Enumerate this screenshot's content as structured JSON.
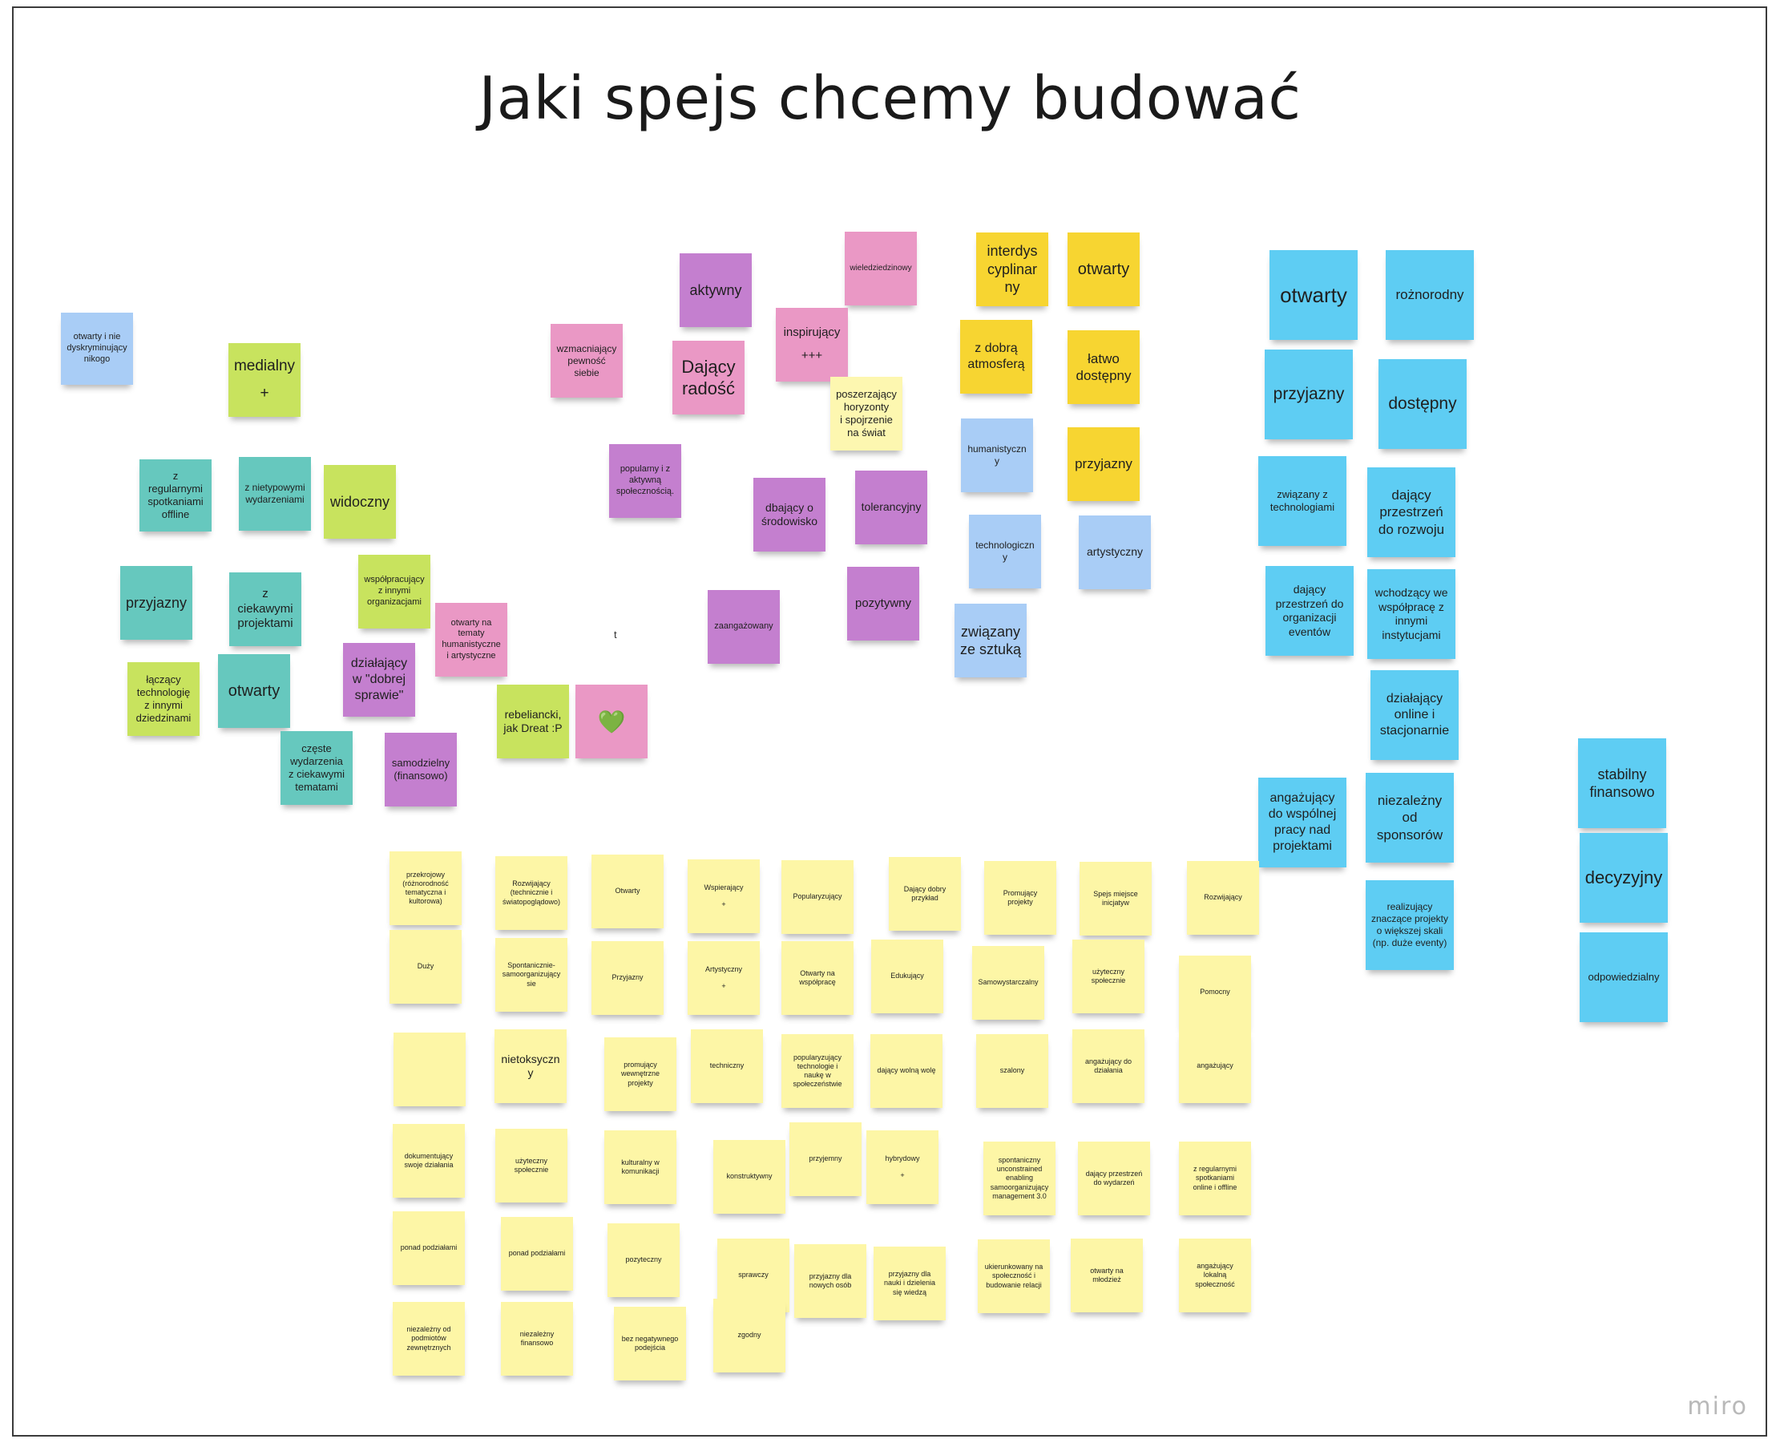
{
  "board": {
    "title": "Jaki spejs chcemy budować",
    "logo": "miro"
  },
  "stray_text": "t",
  "colors": {
    "light_blue": "#a9cdf6",
    "lime": "#c8e35e",
    "teal": "#66c8be",
    "pink": "#ea98c5",
    "purple": "#c47fcf",
    "light_yellow": "#fdf7b0",
    "yellow": "#f7d531",
    "cyan": "#5ecdf3",
    "pale_yellow": "#fdf6a6"
  },
  "notes": [
    {
      "text": "otwarty i nie\ndyskryminujący\nnikogo",
      "color": "light_blue"
    },
    {
      "text": "medialny",
      "extra": "+",
      "color": "lime"
    },
    {
      "text": "z\nregularnymi\nspotkaniami\noffline",
      "color": "teal"
    },
    {
      "text": "z nietypowymi\nwydarzeniami",
      "color": "teal"
    },
    {
      "text": "widoczny",
      "color": "lime"
    },
    {
      "text": "przyjazny",
      "color": "teal"
    },
    {
      "text": "z\nciekawymi\nprojektami",
      "color": "teal"
    },
    {
      "text": "współpracujący\nz innymi\norganizacjami",
      "color": "lime"
    },
    {
      "text": "otwarty na\ntematy\nhumanistyczne\ni artystyczne",
      "color": "pink"
    },
    {
      "text": "łączący\ntechnologię\nz innymi\ndziedzinami",
      "color": "lime"
    },
    {
      "text": "otwarty",
      "color": "teal"
    },
    {
      "text": "działający\nw \"dobrej\nsprawie\"",
      "color": "purple"
    },
    {
      "text": "częste\nwydarzenia\nz ciekawymi\ntematami",
      "color": "teal"
    },
    {
      "text": "samodzielny\n(finansowo)",
      "color": "purple"
    },
    {
      "text": "rebeliancki,\njak Dreat :P",
      "color": "lime"
    },
    {
      "text": "💚",
      "color": "pink"
    },
    {
      "text": "wzmacniający\npewność\nsiebie",
      "color": "pink"
    },
    {
      "text": "aktywny",
      "color": "purple"
    },
    {
      "text": "Dający\nradość",
      "color": "pink"
    },
    {
      "text": "wieledziedzinowy",
      "color": "pink"
    },
    {
      "text": "inspirujący",
      "extra": "+++",
      "color": "pink"
    },
    {
      "text": "poszerzający\nhoryzonty\ni spojrzenie\nna świat",
      "color": "light_yellow"
    },
    {
      "text": "popularny i z\naktywną\nspołecznością.",
      "color": "purple"
    },
    {
      "text": "dbający o\nśrodowisko",
      "color": "purple"
    },
    {
      "text": "tolerancyjny",
      "color": "purple"
    },
    {
      "text": "zaangażowany",
      "color": "purple"
    },
    {
      "text": "pozytywny",
      "color": "purple"
    },
    {
      "text": "interdys\ncyplinar\nny",
      "color": "yellow"
    },
    {
      "text": "otwarty",
      "color": "yellow"
    },
    {
      "text": "z dobrą\natmosferą",
      "color": "yellow"
    },
    {
      "text": "łatwo\ndostępny",
      "color": "yellow"
    },
    {
      "text": "humanistyczny",
      "color": "light_blue"
    },
    {
      "text": "przyjazny",
      "color": "yellow"
    },
    {
      "text": "technologiczny",
      "color": "light_blue"
    },
    {
      "text": "artystyczny",
      "color": "light_blue"
    },
    {
      "text": "związany\nze sztuką",
      "color": "light_blue"
    },
    {
      "text": "otwarty",
      "color": "cyan"
    },
    {
      "text": "rożnorodny",
      "color": "cyan"
    },
    {
      "text": "przyjazny",
      "color": "cyan"
    },
    {
      "text": "dostępny",
      "color": "cyan"
    },
    {
      "text": "związany z\ntechnologiami",
      "color": "cyan"
    },
    {
      "text": "dający\nprzestrzeń\ndo rozwoju",
      "color": "cyan"
    },
    {
      "text": "dający\nprzestrzeń do\norganizacji\neventów",
      "color": "cyan"
    },
    {
      "text": "wchodzący we\nwspółpracę z\ninnymi\ninstytucjami",
      "color": "cyan"
    },
    {
      "text": "działający\nonline i\nstacjonarnie",
      "color": "cyan"
    },
    {
      "text": "angażujący\ndo wspólnej\npracy nad\nprojektami",
      "color": "cyan"
    },
    {
      "text": "niezależny\nod\nsponsorów",
      "color": "cyan"
    },
    {
      "text": "realizujący\nznaczące projekty\no większej skali\n(np. duże eventy)",
      "color": "cyan"
    },
    {
      "text": "stabilny\nfinansowo",
      "color": "cyan"
    },
    {
      "text": "decyzyjny",
      "color": "cyan"
    },
    {
      "text": "odpowiedzialny",
      "color": "cyan"
    },
    {
      "text": "przekrojowy\n(różnorodność\ntematyczna i\nkultorowa)",
      "color": "pale_yellow"
    },
    {
      "text": "Rozwijający\n(technicznie i\nświatopoglądowo)",
      "color": "pale_yellow"
    },
    {
      "text": "Otwarty",
      "color": "pale_yellow"
    },
    {
      "text": "Wspierający",
      "extra": "+",
      "color": "pale_yellow"
    },
    {
      "text": "Popularyzujący",
      "color": "pale_yellow"
    },
    {
      "text": "Dający dobry\nprzykład",
      "color": "pale_yellow"
    },
    {
      "text": "Promujący\nprojekty",
      "color": "pale_yellow"
    },
    {
      "text": "Spejs miejsce\ninicjatyw",
      "color": "pale_yellow"
    },
    {
      "text": "Rozwijający",
      "color": "pale_yellow"
    },
    {
      "text": "Duży",
      "color": "pale_yellow"
    },
    {
      "text": "Spontanicznie-\nsamoorganizujący\nsie",
      "color": "pale_yellow"
    },
    {
      "text": "Przyjazny",
      "color": "pale_yellow"
    },
    {
      "text": "Artystyczny",
      "extra": "+",
      "color": "pale_yellow"
    },
    {
      "text": "Otwarty na\nwspółpracę",
      "color": "pale_yellow"
    },
    {
      "text": "Edukujący",
      "color": "pale_yellow"
    },
    {
      "text": "Samowystarczalny",
      "color": "pale_yellow"
    },
    {
      "text": "użyteczny\nspołecznie",
      "color": "pale_yellow"
    },
    {
      "text": "Pomocny",
      "color": "pale_yellow"
    },
    {
      "text": "",
      "color": "pale_yellow"
    },
    {
      "text": "nietoksyczny",
      "color": "pale_yellow"
    },
    {
      "text": "promujący\nwewnętrzne\nprojekty",
      "color": "pale_yellow"
    },
    {
      "text": "techniczny",
      "color": "pale_yellow"
    },
    {
      "text": "popularyzujący\ntechnologie i\nnaukę w\nspołeczeństwie",
      "color": "pale_yellow"
    },
    {
      "text": "dający wolną wolę",
      "color": "pale_yellow"
    },
    {
      "text": "szalony",
      "color": "pale_yellow"
    },
    {
      "text": "angażujący do\ndziałania",
      "color": "pale_yellow"
    },
    {
      "text": "angażujący",
      "color": "pale_yellow"
    },
    {
      "text": "dokumentujący\nswoje działania",
      "color": "pale_yellow"
    },
    {
      "text": "użyteczny\nspołecznie",
      "color": "pale_yellow"
    },
    {
      "text": "kulturalny w\nkomunikacji",
      "color": "pale_yellow"
    },
    {
      "text": "konstruktywny",
      "color": "pale_yellow"
    },
    {
      "text": "przyjemny",
      "color": "pale_yellow"
    },
    {
      "text": "hybrydowy",
      "extra": "+",
      "color": "pale_yellow"
    },
    {
      "text": "spontaniczny\nunconstrained\nenabling\nsamoorganizujący\nmanagement 3.0",
      "color": "pale_yellow"
    },
    {
      "text": "dający przestrzeń\ndo wydarzeń",
      "color": "pale_yellow"
    },
    {
      "text": "z regularnymi\nspotkaniami\nonline i offline",
      "color": "pale_yellow"
    },
    {
      "text": "ponad podziałami",
      "color": "pale_yellow"
    },
    {
      "text": "ponad podziałami",
      "color": "pale_yellow"
    },
    {
      "text": "pozyteczny",
      "color": "pale_yellow"
    },
    {
      "text": "sprawczy",
      "color": "pale_yellow"
    },
    {
      "text": "przyjazny dla\nnowych osób",
      "color": "pale_yellow"
    },
    {
      "text": "przyjazny dla\nnauki i dzielenia\nsię wiedzą",
      "color": "pale_yellow"
    },
    {
      "text": "ukierunkowany na\nspołeczność i\nbudowanie relacji",
      "color": "pale_yellow"
    },
    {
      "text": "otwarty na\nmłodzież",
      "color": "pale_yellow"
    },
    {
      "text": "angażujący\nlokalną\nspołeczność",
      "color": "pale_yellow"
    },
    {
      "text": "niezależny od\npodmiotów\nzewnętrznych",
      "color": "pale_yellow"
    },
    {
      "text": "niezależny\nfinansowo",
      "color": "pale_yellow"
    },
    {
      "text": "bez negatywnego\npodejścia",
      "color": "pale_yellow"
    },
    {
      "text": "zgodny",
      "color": "pale_yellow"
    }
  ]
}
